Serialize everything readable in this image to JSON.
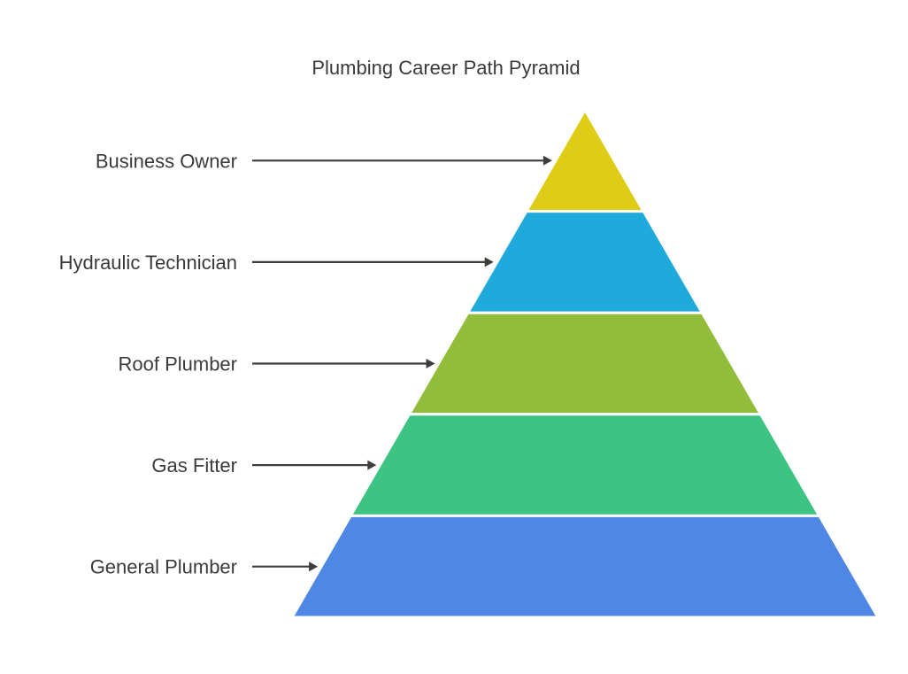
{
  "title": "Plumbing Career Path Pyramid",
  "levels": [
    {
      "label": "Business Owner",
      "color": "#dfcc17"
    },
    {
      "label": "Hydraulic Technician",
      "color": "#1faadb"
    },
    {
      "label": "Roof Plumber",
      "color": "#92bd3a"
    },
    {
      "label": "Gas Fitter",
      "color": "#3dc482"
    },
    {
      "label": "General Plumber",
      "color": "#4f87e5"
    }
  ]
}
